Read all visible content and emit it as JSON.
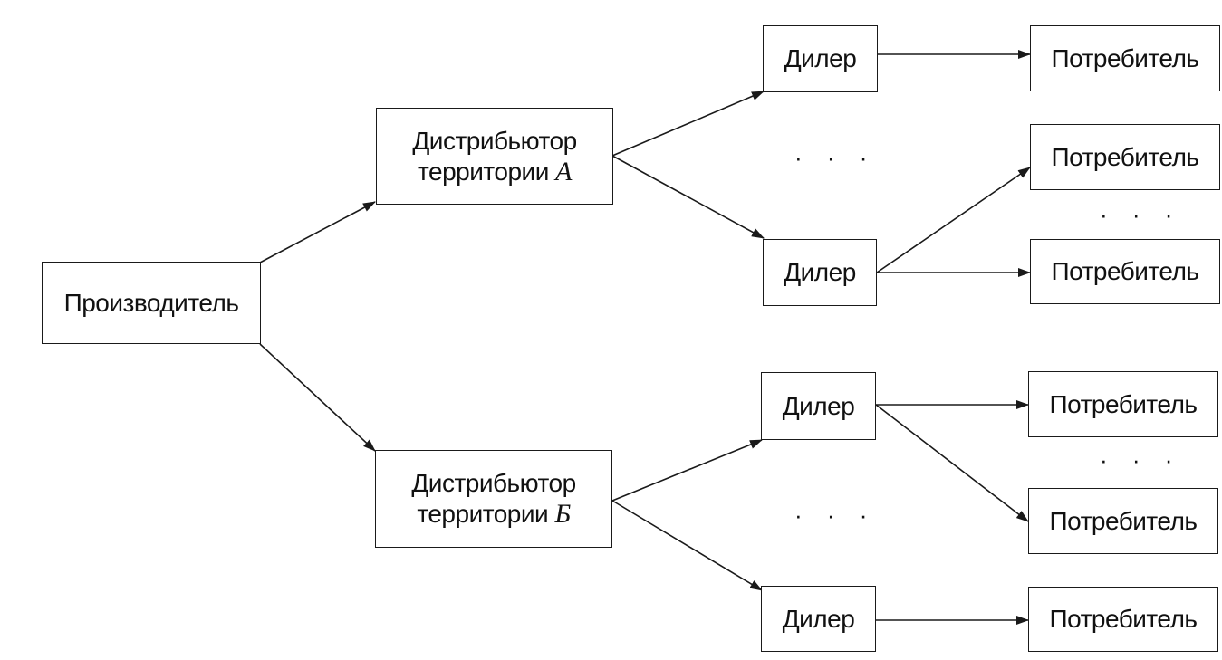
{
  "nodes": {
    "producer": "Производитель",
    "distributor_a": {
      "line1": "Дистрибьютор",
      "line2": "территории",
      "letter": "A"
    },
    "distributor_b": {
      "line1": "Дистрибьютор",
      "line2": "территории",
      "letter": "Б"
    },
    "dealer": "Дилер",
    "consumer": "Потребитель"
  },
  "ellipsis": "· · ·"
}
